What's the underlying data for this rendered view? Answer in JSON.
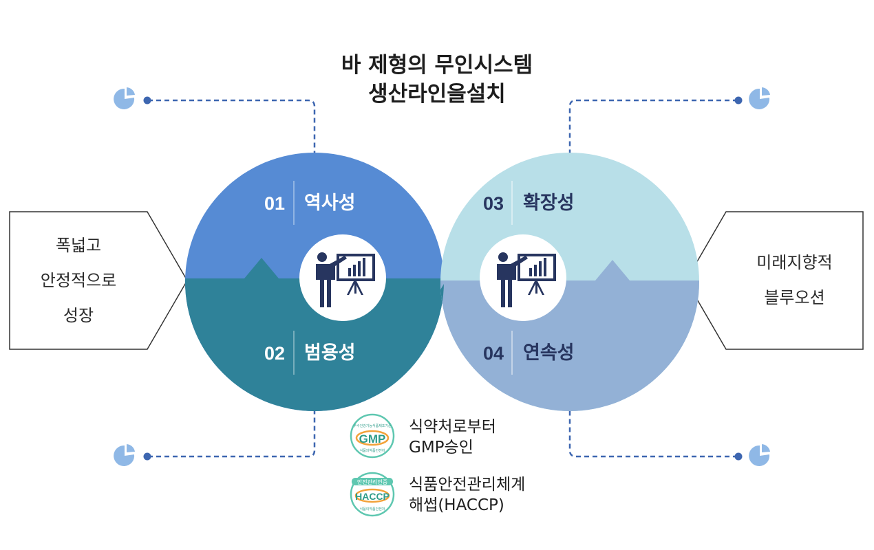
{
  "title": {
    "line1": "바 제형의 무인시스템",
    "line2": "생산라인을설치"
  },
  "sections": [
    {
      "number": "01",
      "label": "역사성"
    },
    {
      "number": "02",
      "label": "범용성"
    },
    {
      "number": "03",
      "label": "확장성"
    },
    {
      "number": "04",
      "label": "연속성"
    }
  ],
  "left_arrow": {
    "lines": [
      "폭넓고",
      "안정적으로",
      "성장"
    ]
  },
  "right_arrow": {
    "lines": [
      "미래지향적",
      "블루오션"
    ]
  },
  "certifications": [
    {
      "badge_big": "GMP",
      "badge_top": "우수건강기능식품제조기준",
      "badge_bottom": "식품의약품안전처",
      "line1": "식약처로부터",
      "line2": "GMP승인"
    },
    {
      "badge_big": "HACCP",
      "badge_top": "안전관리인증",
      "badge_bottom": "식품의약품안전처",
      "line1": "식품안전관리체계",
      "line2": "해썹(HACCP)"
    }
  ],
  "icons": [
    "pie-chart-icon",
    "presentation-icon",
    "gmp-badge-icon",
    "haccp-badge-icon"
  ],
  "colors": {
    "blue": "#568bd4",
    "teal": "#2f8299",
    "light_blue": "#b8dfe8",
    "periwinkle": "#93b1d6",
    "dashed_line": "#3d66b0",
    "pie_icon": "#8fb8e6",
    "badge_green": "#5ec7b0"
  }
}
